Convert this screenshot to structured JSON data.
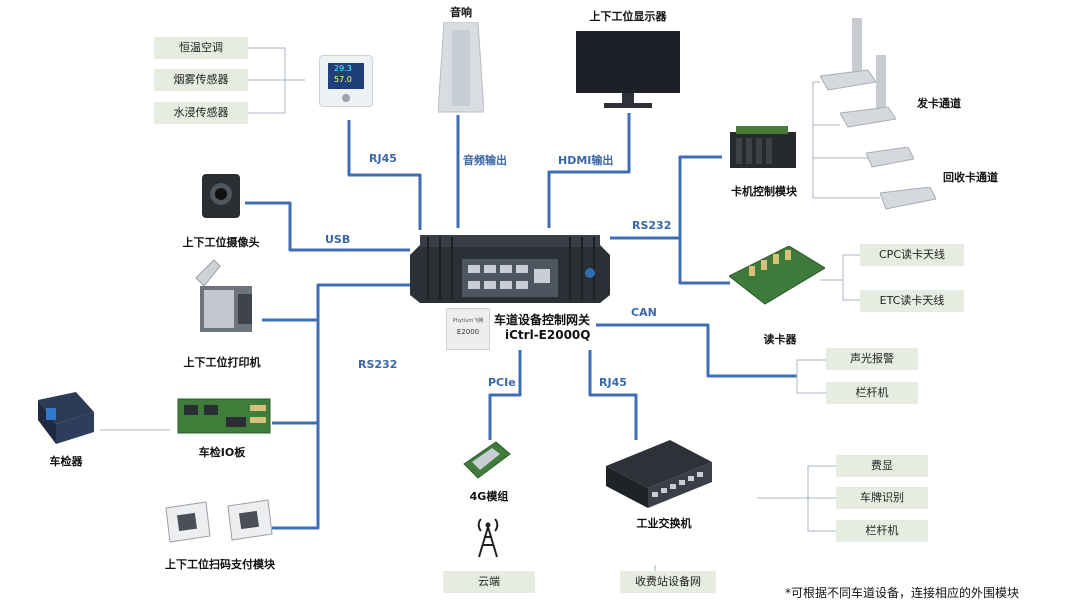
{
  "gateway": {
    "name": "车道设备控制网关",
    "model": "iCtrl-E2000Q",
    "chip_brand": "Phytium飞腾",
    "chip_model": "E2000"
  },
  "devices": {
    "speaker": "音响",
    "monitor": "上下工位显示器",
    "card_module": "卡机控制模块",
    "card_issue": "发卡通道",
    "card_recycle": "回收卡通道",
    "reader": "读卡器",
    "camera": "上下工位摄像头",
    "printer": "上下工位打印机",
    "vehicle_detector": "车检器",
    "io_board": "车检IO板",
    "scanner": "上下工位扫码支付模块",
    "modem": "4G模组",
    "switch": "工业交换机"
  },
  "boxes": {
    "hvac": "恒温空调",
    "smoke": "烟雾传感器",
    "water": "水浸传感器",
    "cpc": "CPC读卡天线",
    "etc": "ETC读卡天线",
    "alarm": "声光报警",
    "barrier1": "栏杆机",
    "fee": "费显",
    "plate": "车牌识别",
    "barrier2": "栏杆机",
    "cloud": "云端",
    "toll": "收费站设备网"
  },
  "ports": {
    "rj45_top": "RJ45",
    "audio": "音频输出",
    "hdmi": "HDMI输出",
    "rs232_right": "RS232",
    "usb": "USB",
    "rs232_left": "RS232",
    "can": "CAN",
    "pcie": "PCIe",
    "rj45_bottom": "RJ45"
  },
  "sensor_display": {
    "temp": "29.3",
    "humidity": "57.0"
  },
  "footnote": "*可根据不同车道设备，连接相应的外围模块",
  "colors": {
    "wire": "#3f6db5",
    "thin_wire": "#a9b4c4",
    "box": "#e6ece0"
  }
}
